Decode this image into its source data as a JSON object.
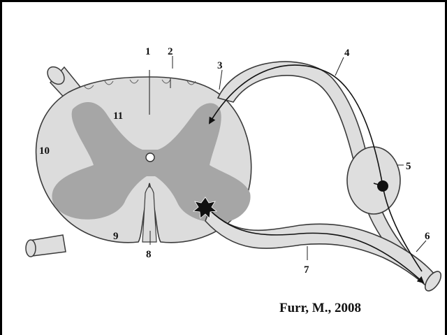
{
  "labels": {
    "l1": "1",
    "l2": "2",
    "l3": "3",
    "l4": "4",
    "l5": "5",
    "l6": "6",
    "l7": "7",
    "l8": "8",
    "l9": "9",
    "l10": "10",
    "l11": "11"
  },
  "credit": "Furr, M., 2008",
  "colors": {
    "white_matter": "#dcdcdc",
    "gray_matter": "#a6a6a6",
    "outline": "#3a3a3a",
    "nerve_fill": "#dedede",
    "neuron": "#111111"
  }
}
